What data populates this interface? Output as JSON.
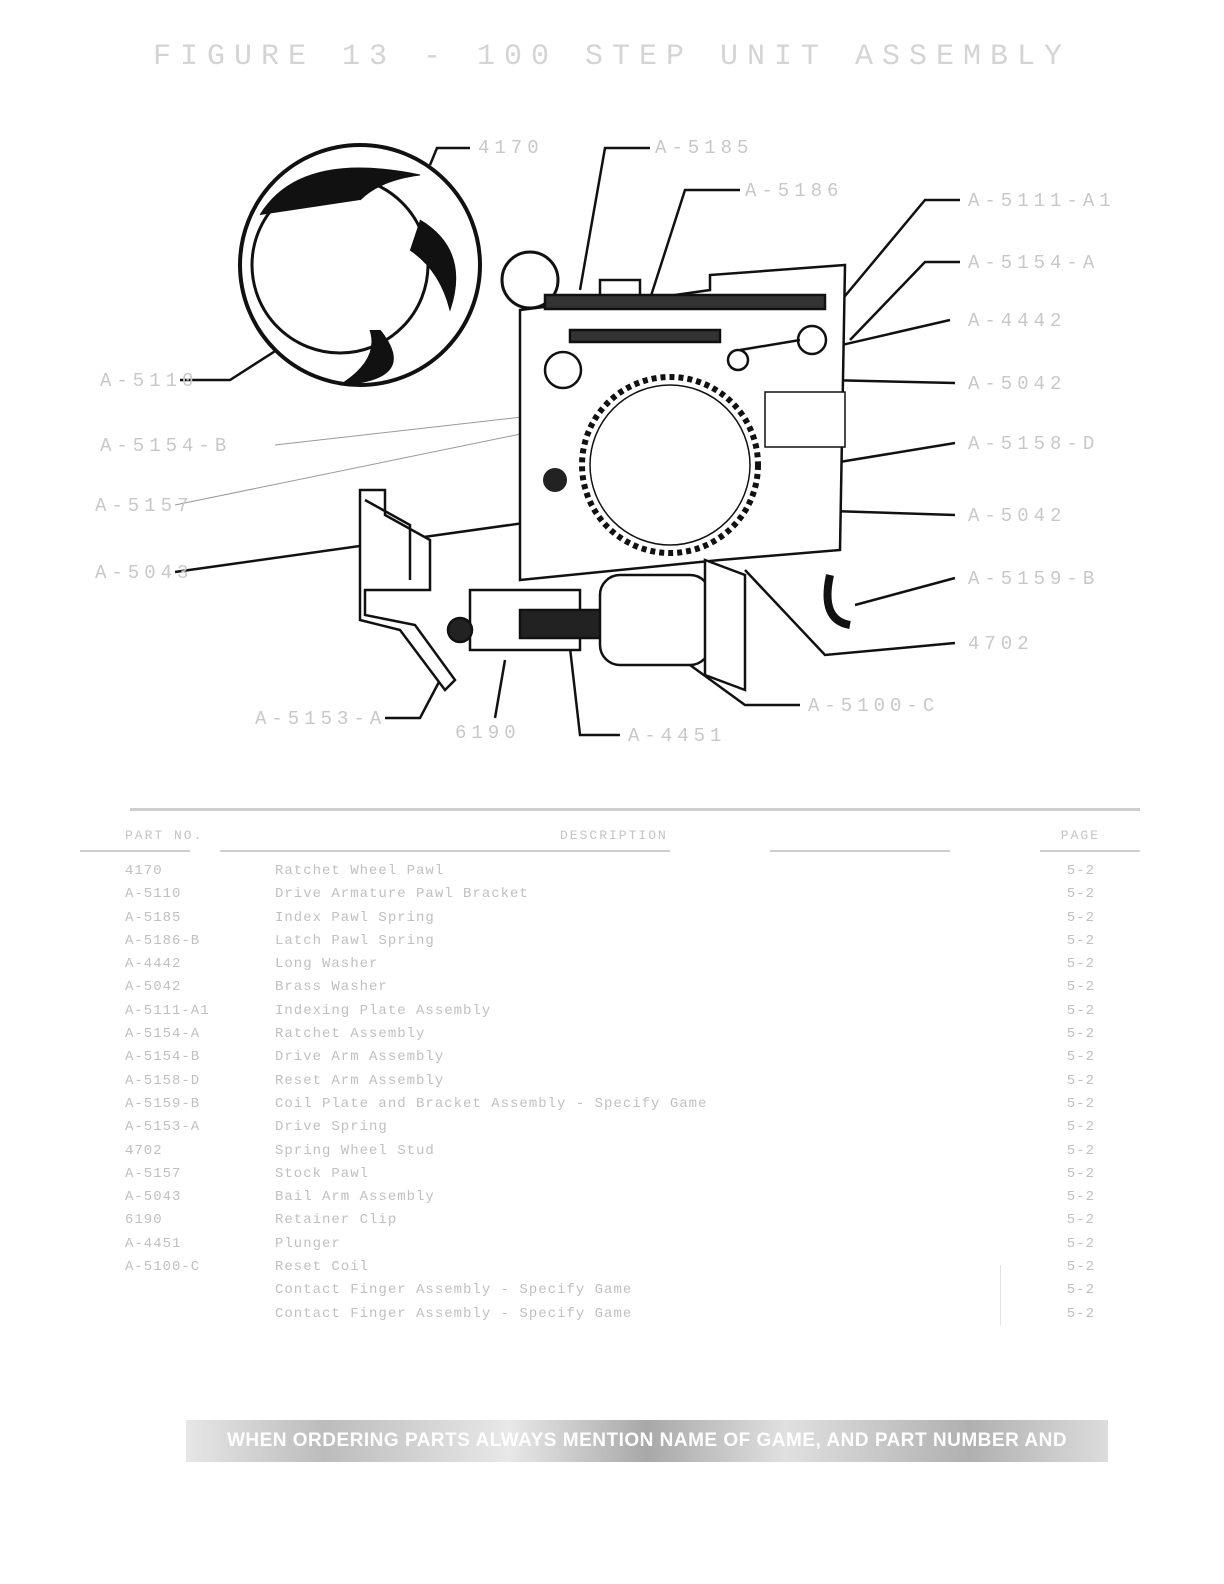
{
  "title": "FIGURE 13 - 100 STEP UNIT ASSEMBLY",
  "callouts": {
    "top_1": "4170",
    "top_2": "A-5185",
    "top_3": "A-5186",
    "right_1": "A-5111-A1",
    "right_2": "A-5154-A",
    "right_3": "A-4442",
    "right_4": "A-5042",
    "right_5": "A-5158-D",
    "right_6": "A-5042",
    "right_7": "A-5159-B",
    "right_8": "4702",
    "left_1": "A-5110",
    "left_2": "A-5154-B",
    "left_3": "A-5157",
    "left_4": "A-5043",
    "bottom_1": "A-5153-A",
    "bottom_2": "6190",
    "bottom_3": "A-4451",
    "bottom_4": "A-5100-C"
  },
  "table": {
    "headers": {
      "part_number": "PART NO.",
      "description": "DESCRIPTION",
      "page": "PAGE"
    },
    "rows": [
      {
        "pn": "4170",
        "desc": "Ratchet Wheel Pawl",
        "pg": "5-2"
      },
      {
        "pn": "A-5110",
        "desc": "Drive Armature Pawl Bracket",
        "pg": "5-2"
      },
      {
        "pn": "A-5185",
        "desc": "Index Pawl Spring",
        "pg": "5-2"
      },
      {
        "pn": "A-5186-B",
        "desc": "Latch Pawl Spring",
        "pg": "5-2"
      },
      {
        "pn": "A-4442",
        "desc": "Long Washer",
        "pg": "5-2"
      },
      {
        "pn": "A-5042",
        "desc": "Brass Washer",
        "pg": "5-2"
      },
      {
        "pn": "A-5111-A1",
        "desc": "Indexing Plate Assembly",
        "pg": "5-2"
      },
      {
        "pn": "A-5154-A",
        "desc": "Ratchet Assembly",
        "pg": "5-2"
      },
      {
        "pn": "A-5154-B",
        "desc": "Drive Arm Assembly",
        "pg": "5-2"
      },
      {
        "pn": "A-5158-D",
        "desc": "Reset Arm Assembly",
        "pg": "5-2"
      },
      {
        "pn": "A-5159-B",
        "desc": "Coil Plate and Bracket Assembly - Specify Game",
        "pg": "5-2"
      },
      {
        "pn": "A-5153-A",
        "desc": "Drive Spring",
        "pg": "5-2"
      },
      {
        "pn": "4702",
        "desc": "Spring Wheel Stud",
        "pg": "5-2"
      },
      {
        "pn": "A-5157",
        "desc": "Stock Pawl",
        "pg": "5-2"
      },
      {
        "pn": "A-5043",
        "desc": "Bail Arm Assembly",
        "pg": "5-2"
      },
      {
        "pn": "6190",
        "desc": "Retainer Clip",
        "pg": "5-2"
      },
      {
        "pn": "A-4451",
        "desc": "Plunger",
        "pg": "5-2"
      },
      {
        "pn": "A-5100-C",
        "desc": "Reset Coil",
        "pg": "5-2"
      },
      {
        "pn": "",
        "desc": "Contact Finger Assembly - Specify Game",
        "pg": "5-2"
      },
      {
        "pn": "",
        "desc": "Contact Finger Assembly - Specify Game",
        "pg": "5-2"
      }
    ]
  },
  "footer": "WHEN ORDERING PARTS ALWAYS MENTION NAME OF GAME, AND PART NUMBER AND DESCRIPTION"
}
